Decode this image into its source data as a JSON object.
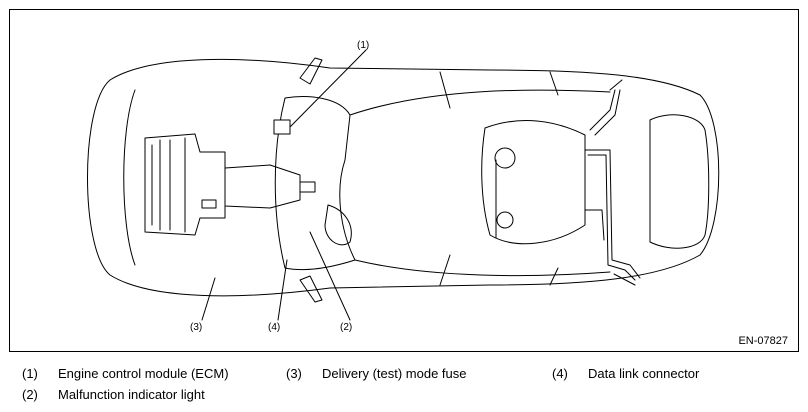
{
  "diagram": {
    "callouts": [
      {
        "num": "(1)",
        "label": "Engine control module (ECM)"
      },
      {
        "num": "(2)",
        "label": "Malfunction indicator light"
      },
      {
        "num": "(3)",
        "label": "Delivery (test) mode fuse"
      },
      {
        "num": "(4)",
        "label": "Data link connector"
      }
    ],
    "figure_code": "EN-07827"
  }
}
